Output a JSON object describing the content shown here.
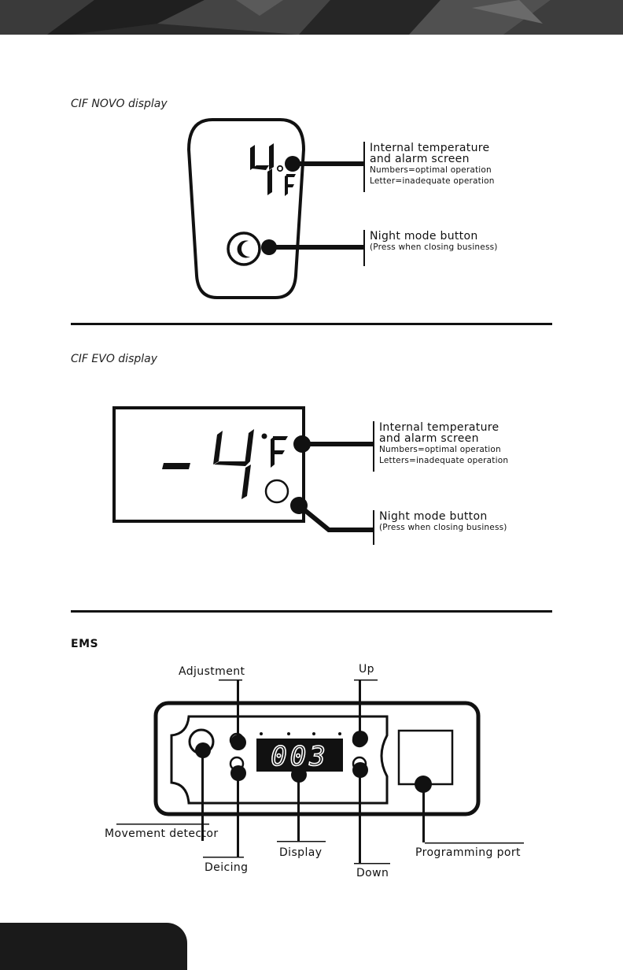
{
  "novo": {
    "title": "CIF NOVO display",
    "temp_label": "Internal temperature",
    "temp_label_2": "and alarm screen",
    "temp_note_1": "Numbers=optimal operation",
    "temp_note_2": "Letter=inadequate operation",
    "night_label": "Night mode button",
    "night_note": "(Press when closing business)",
    "reading": "4",
    "unit": "F"
  },
  "evo": {
    "title": "CIF EVO display",
    "temp_label": "Internal temperature",
    "temp_label_2": "and alarm screen",
    "temp_note_1": "Numbers=optimal operation",
    "temp_note_2": "Letters=inadequate operation",
    "night_label": "Night mode button",
    "night_note": "(Press when closing business)",
    "reading": "-4",
    "unit": "F"
  },
  "ems": {
    "title": "EMS",
    "adjustment": "Adjustment",
    "up": "Up",
    "movement_detector": "Movement detector",
    "deicing": "Deicing",
    "display": "Display",
    "down": "Down",
    "programming_port": "Programming port",
    "readout": "003"
  },
  "icons": {
    "moon": "moon-icon",
    "degree": "degree-symbol"
  },
  "colors": {
    "ink": "#111111",
    "header_dark": "#2a2a2a",
    "display_red": "#e02020",
    "display_bg": "#111111"
  }
}
